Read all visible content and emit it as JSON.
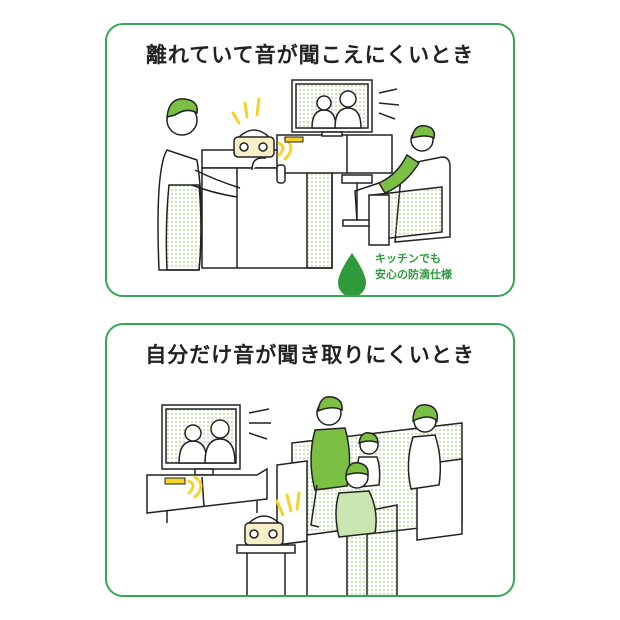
{
  "panels": [
    {
      "title": "離れていて音が聞こえにくいとき",
      "note_lines": [
        "キッチンでも",
        "安心の防滴仕様"
      ]
    },
    {
      "title": "自分だけ音が聞き取りにくいとき"
    }
  ],
  "colors": {
    "accent_green": "#34a853",
    "figure_green": "#7bc043",
    "speaker_yellow": "#f5d328",
    "line": "#222222",
    "drop_green": "#2e9a3c"
  },
  "icons": [
    "water-drop-icon",
    "sound-wave-icon"
  ]
}
